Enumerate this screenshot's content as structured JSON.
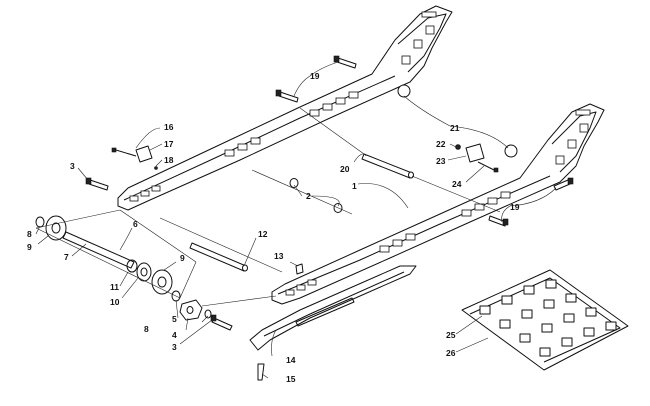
{
  "callouts": [
    {
      "id": "c1",
      "text": "1"
    },
    {
      "id": "c2",
      "text": "2"
    },
    {
      "id": "c3a",
      "text": "3"
    },
    {
      "id": "c3b",
      "text": "3"
    },
    {
      "id": "c4",
      "text": "4"
    },
    {
      "id": "c5",
      "text": "5"
    },
    {
      "id": "c6",
      "text": "6"
    },
    {
      "id": "c7",
      "text": "7"
    },
    {
      "id": "c8a",
      "text": "8"
    },
    {
      "id": "c8b",
      "text": "8"
    },
    {
      "id": "c9a",
      "text": "9"
    },
    {
      "id": "c9b",
      "text": "9"
    },
    {
      "id": "c10",
      "text": "10"
    },
    {
      "id": "c11",
      "text": "11"
    },
    {
      "id": "c12",
      "text": "12"
    },
    {
      "id": "c13",
      "text": "13"
    },
    {
      "id": "c14",
      "text": "14"
    },
    {
      "id": "c15",
      "text": "15"
    },
    {
      "id": "c16",
      "text": "16"
    },
    {
      "id": "c17",
      "text": "17"
    },
    {
      "id": "c18",
      "text": "18"
    },
    {
      "id": "c19a",
      "text": "19"
    },
    {
      "id": "c19b",
      "text": "19"
    },
    {
      "id": "c20",
      "text": "20"
    },
    {
      "id": "c21",
      "text": "21"
    },
    {
      "id": "c22",
      "text": "22"
    },
    {
      "id": "c23",
      "text": "23"
    },
    {
      "id": "c24",
      "text": "24"
    },
    {
      "id": "c25",
      "text": "25"
    },
    {
      "id": "c26",
      "text": "26"
    }
  ]
}
